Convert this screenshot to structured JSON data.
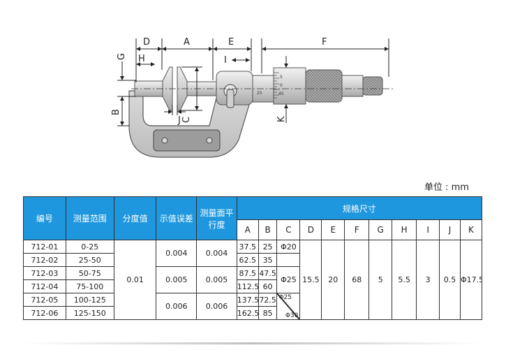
{
  "diagram": {
    "labels": {
      "D": "D",
      "A": "A",
      "E": "E",
      "F": "F",
      "G": "G",
      "H": "H",
      "I": "I",
      "B": "B",
      "C": "C",
      "J": "J",
      "K": "K"
    },
    "thimble_scale": [
      "5",
      "0",
      "45"
    ],
    "sleeve_scale": "25"
  },
  "unit_label": "单位 : mm",
  "table": {
    "headers": {
      "model": "编号",
      "range": "测量范围",
      "resolution": "分度值",
      "error": "示值误差",
      "flatness": "测量面平行度",
      "spec": "规格尺寸"
    },
    "spec_columns": [
      "A",
      "B",
      "C",
      "D",
      "E",
      "F",
      "G",
      "H",
      "I",
      "J",
      "K"
    ],
    "models": [
      "712-01",
      "712-02",
      "712-03",
      "712-04",
      "712-05",
      "712-06"
    ],
    "ranges": [
      "0-25",
      "25-50",
      "50-75",
      "75-100",
      "100-125",
      "125-150"
    ],
    "resolution": "0.01",
    "error_values": [
      "0.004",
      "0.005",
      "0.006"
    ],
    "flatness_values": [
      "0.004",
      "0.005",
      "0.006"
    ],
    "A": [
      "37.5",
      "62.5",
      "87.5",
      "112.5",
      "137.5",
      "162.5"
    ],
    "B": [
      "25",
      "35",
      "47.5",
      "60",
      "72.5",
      "85"
    ],
    "C": {
      "first": "Φ20",
      "second": "Φ25",
      "split_top": "Φ25",
      "split_bottom": "Φ30"
    },
    "D": "15.5",
    "E": "20",
    "F": "68",
    "G": "5",
    "H": "5.5",
    "I": "3",
    "J": "0.5",
    "K": "Φ17.5"
  }
}
